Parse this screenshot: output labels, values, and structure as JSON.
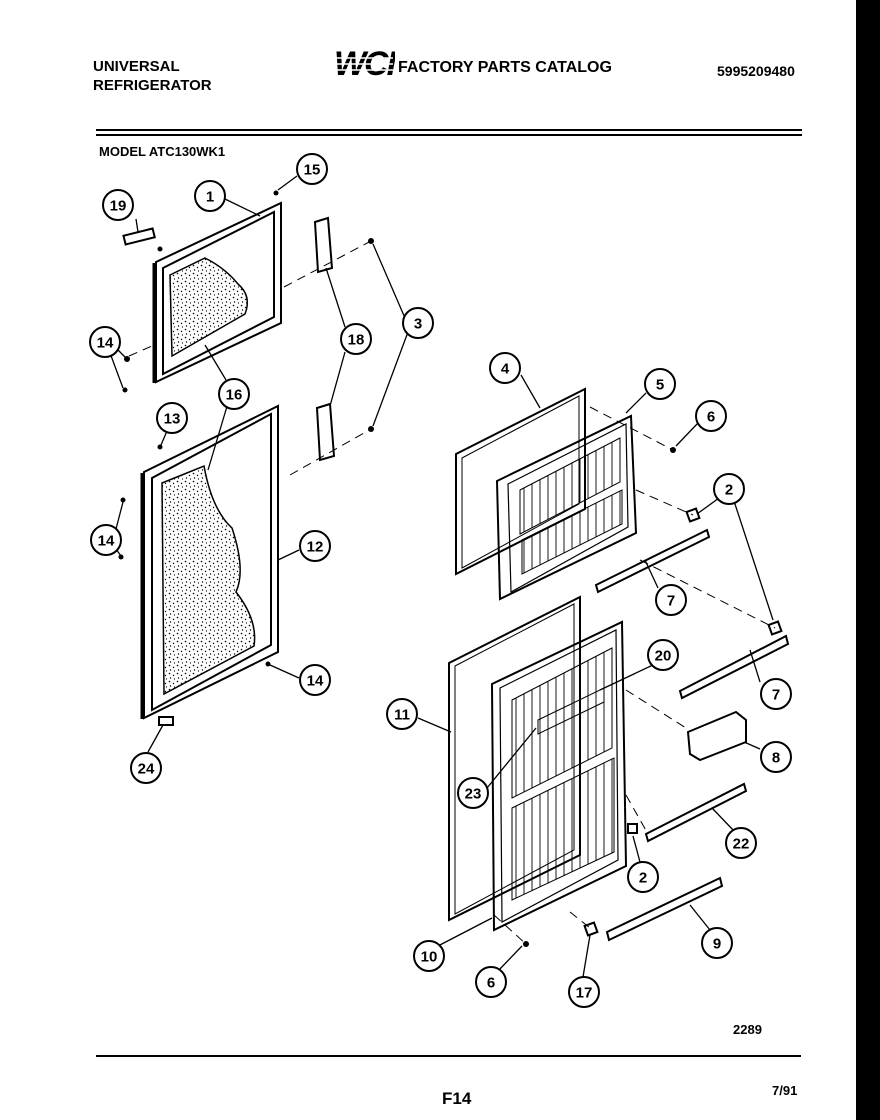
{
  "header": {
    "brand_line1": "UNIVERSAL",
    "brand_line2": "REFRIGERATOR",
    "logo_text": "WCI",
    "catalog_title": "FACTORY PARTS CATALOG",
    "part_number": "5995209480"
  },
  "model_label": "MODEL ATC130WK1",
  "callouts": [
    "19",
    "1",
    "15",
    "3",
    "18",
    "14",
    "16",
    "13",
    "14",
    "12",
    "14",
    "24",
    "4",
    "5",
    "6",
    "2",
    "7",
    "7",
    "20",
    "11",
    "8",
    "23",
    "22",
    "2",
    "10",
    "6",
    "17",
    "9"
  ],
  "footer": {
    "diagram_number": "2289",
    "page_label": "F14",
    "date": "7/91"
  }
}
